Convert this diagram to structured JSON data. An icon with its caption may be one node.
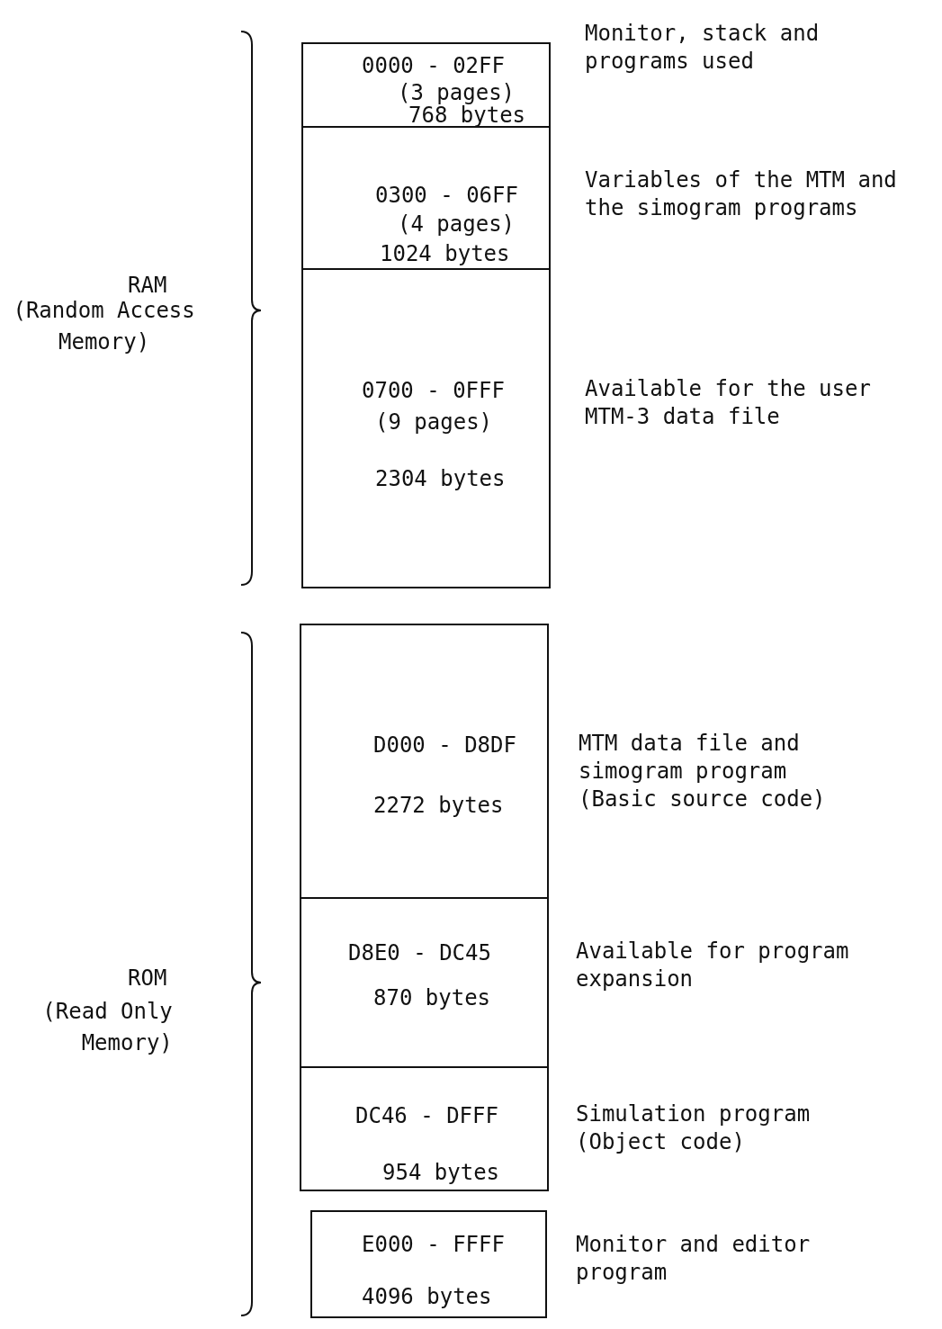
{
  "diagram": {
    "nodes": [
      {
        "text": [
          "0000 - 02FF",
          "(3 pages)",
          "768 bytes"
        ],
        "beside": [
          "Monitor, stack and programs used"
        ]
      },
      {
        "text": [
          "0300 - 06FF",
          "(4 pages)",
          "1024 bytes"
        ],
        "beside": [
          "Variables of the MTM and the simogram programs"
        ]
      },
      {
        "text": [
          "0700 - 0FFF",
          "(9 pages)",
          "2304 bytes"
        ],
        "beside": [
          "Available for the user MTM-3 data file"
        ]
      },
      {
        "text": [
          "D000 - D8DF",
          "2272 bytes"
        ],
        "beside": [
          "MTM data file and simogram program (Basic source code)"
        ]
      },
      {
        "text": [
          "D8E0 - DC45",
          "870 bytes"
        ],
        "beside": [
          "Available for program expansion"
        ]
      },
      {
        "text": [
          "DC46 - DFFF",
          "954 bytes"
        ],
        "beside": [
          "Simulation program (Object code)"
        ]
      },
      {
        "text": [
          "E000 - FFFF",
          "4096 bytes"
        ],
        "beside": [
          "Monitor and editor program"
        ]
      }
    ],
    "edges": [],
    "labels": [
      "RAM",
      "(Random Access Memory)",
      "ROM",
      "(Read Only Memory)"
    ]
  }
}
